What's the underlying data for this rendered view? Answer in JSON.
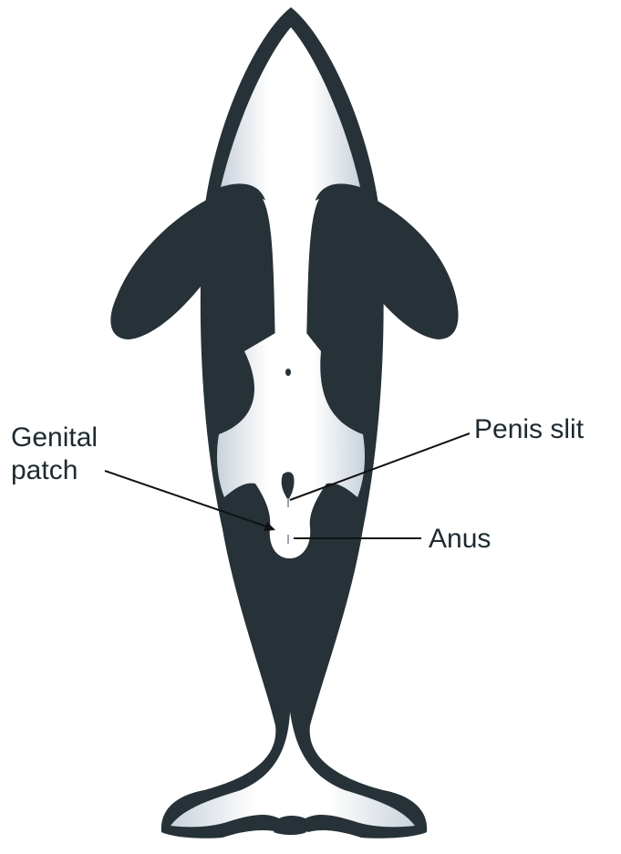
{
  "labels": {
    "genital_line1": "Genital",
    "genital_line2": "patch",
    "penis_slit": "Penis slit",
    "anus": "Anus"
  },
  "colors": {
    "dark": "#263238",
    "white": "#ffffff",
    "pale": "#c9d2db"
  }
}
